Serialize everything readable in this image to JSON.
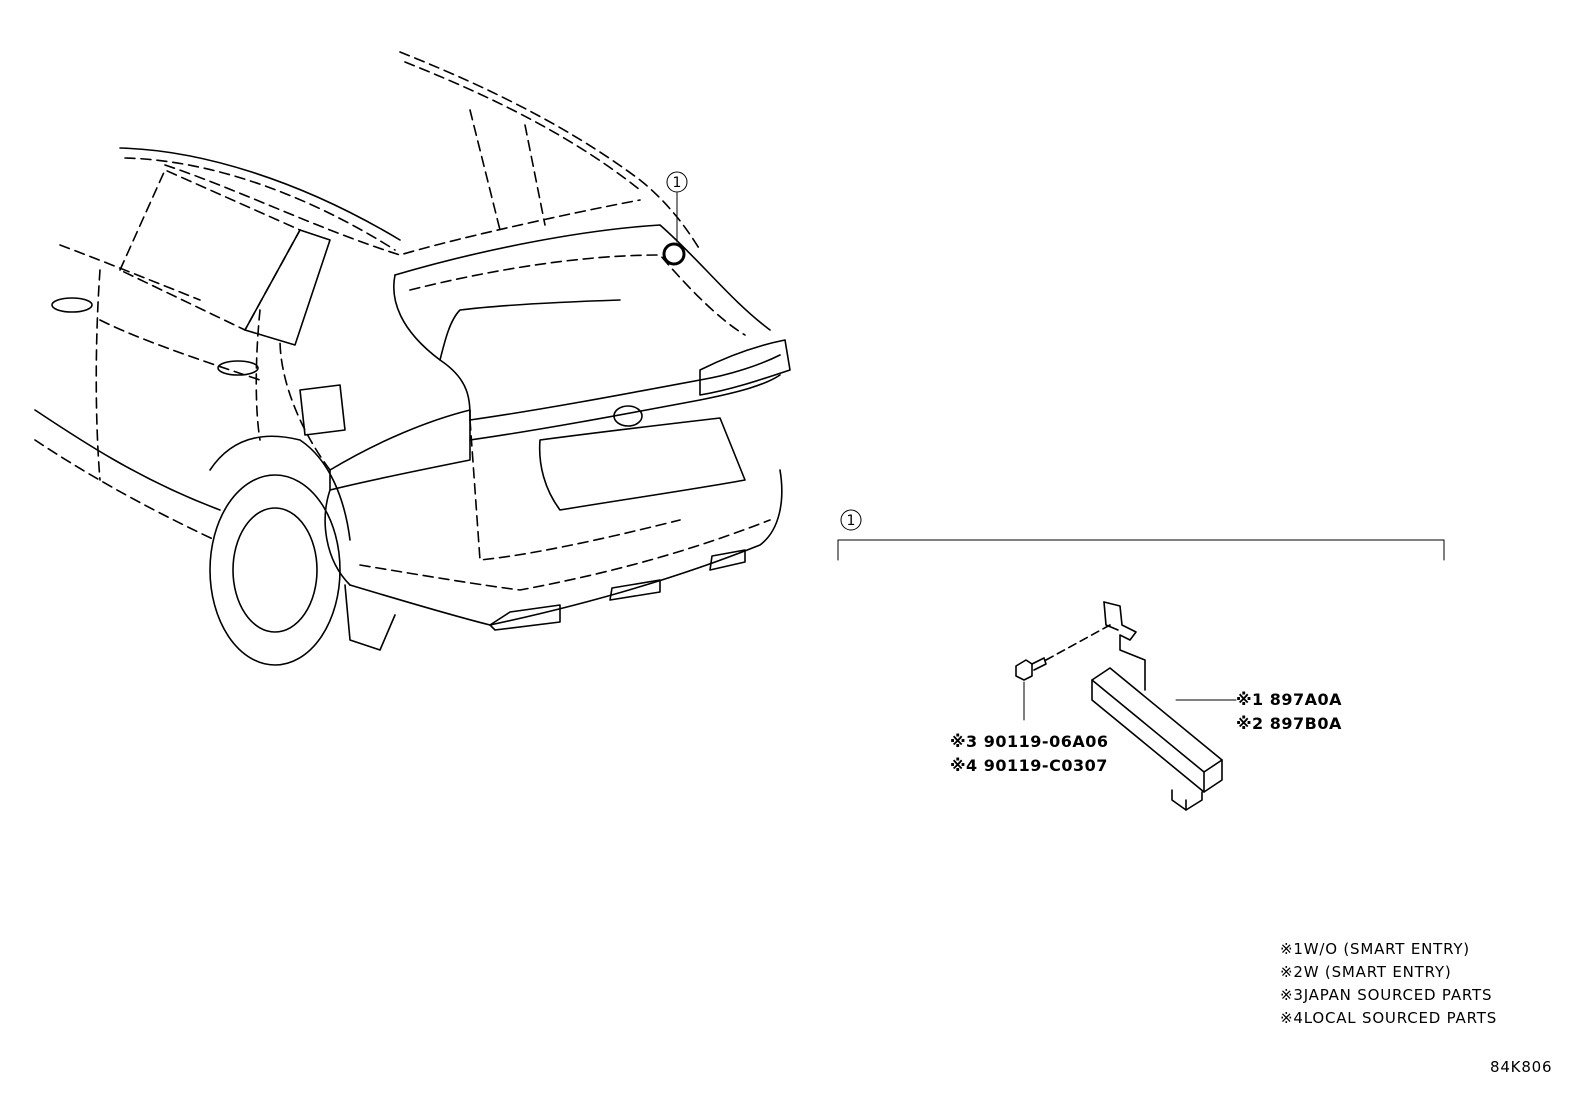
{
  "callout": {
    "number": "1"
  },
  "parts": {
    "module_1": {
      "mark": "※1",
      "code": "897A0A"
    },
    "module_2": {
      "mark": "※2",
      "code": "897B0A"
    },
    "bolt_3": {
      "mark": "※3",
      "code": "90119-06A06"
    },
    "bolt_4": {
      "mark": "※4",
      "code": "90119-C0307"
    }
  },
  "legend": [
    {
      "mark": "※1",
      "text": "W/O (SMART ENTRY)"
    },
    {
      "mark": "※2",
      "text": "W (SMART ENTRY)"
    },
    {
      "mark": "※3",
      "text": "JAPAN SOURCED PARTS"
    },
    {
      "mark": "※4",
      "text": "LOCAL SOURCED PARTS"
    }
  ],
  "diagram_id": "84K806"
}
